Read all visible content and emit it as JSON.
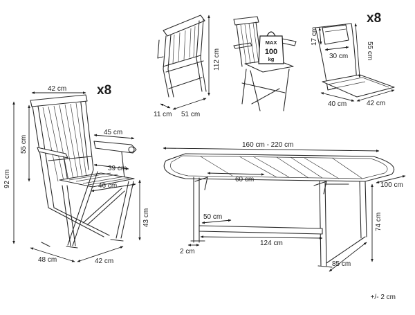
{
  "quantity_labels": {
    "chairs": "x8",
    "cushions": "x8"
  },
  "weight_badge": {
    "max": "MAX",
    "value": "100",
    "unit": "kg"
  },
  "chair_dimensions": {
    "back_width": "42 cm",
    "total_height": "92 cm",
    "back_height": "55 cm",
    "armrest_length": "45 cm",
    "armrest_depth": "39 cm",
    "seat_depth": "46 cm",
    "seat_height": "43 cm",
    "base_depth": "48 cm",
    "base_width": "42 cm"
  },
  "folded_chair_dimensions": {
    "height": "112 cm",
    "thickness": "11 cm",
    "depth": "51 cm"
  },
  "cushion_dimensions": {
    "pillow_height": "17 cm",
    "pillow_width": "30 cm",
    "back_length": "55 cm",
    "seat_depth": "40 cm",
    "seat_width": "42 cm"
  },
  "table_dimensions": {
    "length": "160 cm - 220 cm",
    "extension": "60 cm",
    "width": "100 cm",
    "height": "74 cm",
    "stretcher_offset": "50 cm",
    "stretcher_length": "124 cm",
    "leg_width": "2 cm",
    "leg_span": "85 cm"
  },
  "tolerance": "+/- 2 cm"
}
